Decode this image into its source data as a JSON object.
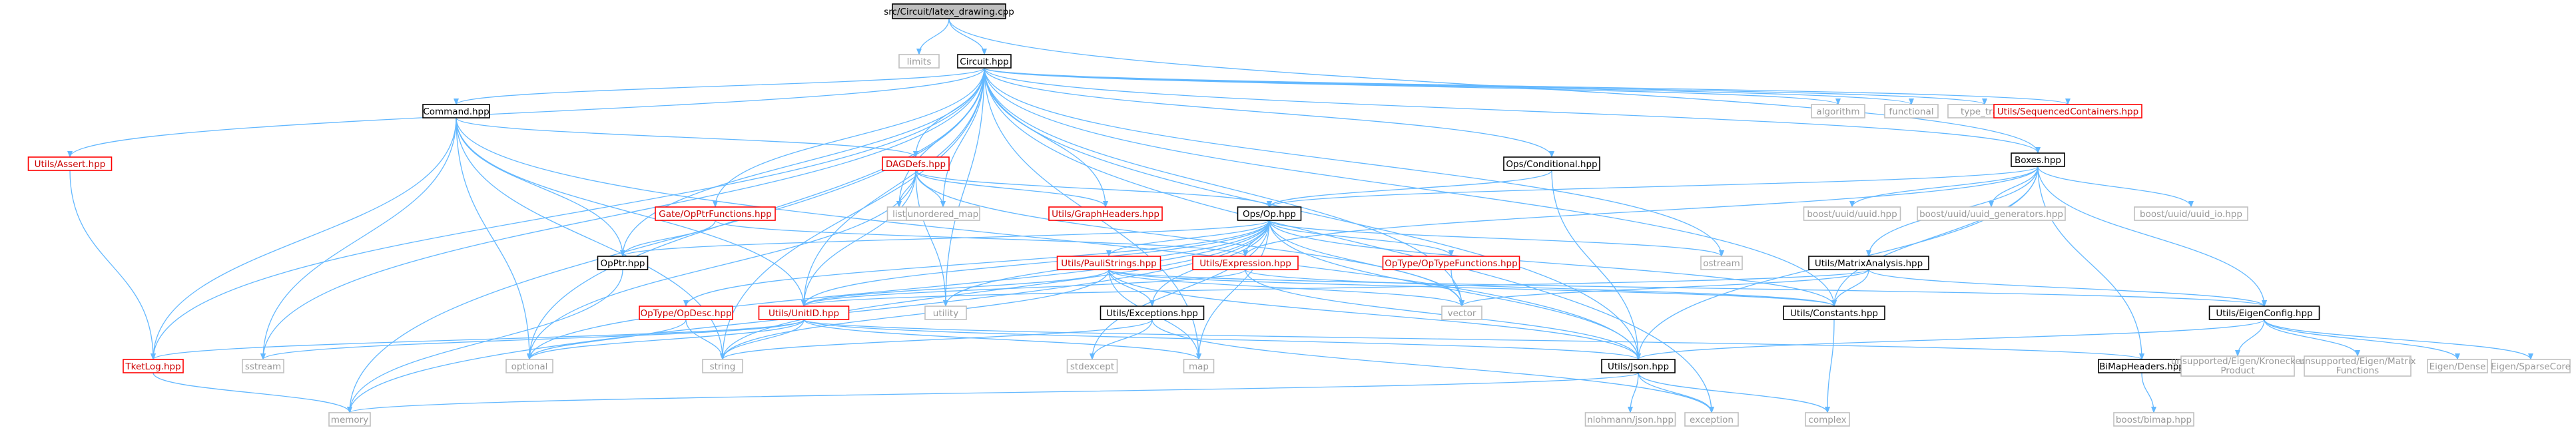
{
  "colors": {
    "edge": "#63b8ff",
    "root_fill": "#bfbfbf",
    "node_fill": "#ffffff",
    "plain_border": "#000000",
    "plain_text": "#000000",
    "linked_border": "#ff0000",
    "linked_text": "#cc0000",
    "system_border": "#bfbfbf",
    "system_text": "#999999"
  },
  "nodes": [
    {
      "id": "n_root",
      "label": "src/Circuit/latex_drawing.cpp",
      "style": "root"
    },
    {
      "id": "n_limits",
      "label": "limits",
      "style": "system"
    },
    {
      "id": "n_circuit",
      "label": "Circuit.hpp",
      "style": "plain"
    },
    {
      "id": "n_boxes",
      "label": "Boxes.hpp",
      "style": "plain"
    },
    {
      "id": "n_algorithm",
      "label": "algorithm",
      "style": "system"
    },
    {
      "id": "n_functional",
      "label": "functional",
      "style": "system"
    },
    {
      "id": "n_type_traits",
      "label": "type_traits",
      "style": "system"
    },
    {
      "id": "n_seqcont",
      "label": "Utils/SequencedContainers.hpp",
      "style": "linked"
    },
    {
      "id": "n_command",
      "label": "Command.hpp",
      "style": "plain"
    },
    {
      "id": "n_utils_assert",
      "label": "Utils/Assert.hpp",
      "style": "linked"
    },
    {
      "id": "n_dagdefs",
      "label": "DAGDefs.hpp",
      "style": "linked"
    },
    {
      "id": "n_conditional",
      "label": "Ops/Conditional.hpp",
      "style": "plain"
    },
    {
      "id": "n_list",
      "label": "list",
      "style": "system"
    },
    {
      "id": "n_unordered_map",
      "label": "unordered_map",
      "style": "system"
    },
    {
      "id": "n_graphheaders",
      "label": "Utils/GraphHeaders.hpp",
      "style": "linked"
    },
    {
      "id": "n_uuid",
      "label": "boost/uuid/uuid.hpp",
      "style": "system"
    },
    {
      "id": "n_uuid_gen",
      "label": "boost/uuid/uuid_generators.hpp",
      "style": "system"
    },
    {
      "id": "n_uuid_io",
      "label": "boost/uuid/uuid_io.hpp",
      "style": "system"
    },
    {
      "id": "n_gate_ptr",
      "label": "Gate/OpPtrFunctions.hpp",
      "style": "linked"
    },
    {
      "id": "n_op",
      "label": "Ops/Op.hpp",
      "style": "plain"
    },
    {
      "id": "n_ostream",
      "label": "ostream",
      "style": "system"
    },
    {
      "id": "n_opptr",
      "label": "OpPtr.hpp",
      "style": "plain"
    },
    {
      "id": "n_pauli",
      "label": "Utils/PauliStrings.hpp",
      "style": "linked"
    },
    {
      "id": "n_expression",
      "label": "Utils/Expression.hpp",
      "style": "linked"
    },
    {
      "id": "n_optype_fn",
      "label": "OpType/OpTypeFunctions.hpp",
      "style": "linked"
    },
    {
      "id": "n_matrix",
      "label": "Utils/MatrixAnalysis.hpp",
      "style": "plain"
    },
    {
      "id": "n_optype_desc",
      "label": "OpType/OpDesc.hpp",
      "style": "linked"
    },
    {
      "id": "n_unitid",
      "label": "Utils/UnitID.hpp",
      "style": "linked"
    },
    {
      "id": "n_utility",
      "label": "utility",
      "style": "system"
    },
    {
      "id": "n_exceptions",
      "label": "Utils/Exceptions.hpp",
      "style": "plain"
    },
    {
      "id": "n_vector",
      "label": "vector",
      "style": "system"
    },
    {
      "id": "n_constants",
      "label": "Utils/Constants.hpp",
      "style": "plain"
    },
    {
      "id": "n_eigenconfig",
      "label": "Utils/EigenConfig.hpp",
      "style": "plain"
    },
    {
      "id": "n_tketlog",
      "label": "TketLog.hpp",
      "style": "linked"
    },
    {
      "id": "n_sstream",
      "label": "sstream",
      "style": "system"
    },
    {
      "id": "n_optional",
      "label": "optional",
      "style": "system"
    },
    {
      "id": "n_string",
      "label": "string",
      "style": "system"
    },
    {
      "id": "n_stdexcept",
      "label": "stdexcept",
      "style": "system"
    },
    {
      "id": "n_map",
      "label": "map",
      "style": "system"
    },
    {
      "id": "n_json",
      "label": "Utils/Json.hpp",
      "style": "plain"
    },
    {
      "id": "n_bimap",
      "label": "BiMapHeaders.hpp",
      "style": "plain"
    },
    {
      "id": "n_kron",
      "label": "unsupported/Eigen/Kronecker\nProduct",
      "style": "system"
    },
    {
      "id": "n_matfn",
      "label": "unsupported/Eigen/Matrix\nFunctions",
      "style": "system"
    },
    {
      "id": "n_dense",
      "label": "Eigen/Dense",
      "style": "system"
    },
    {
      "id": "n_sparse",
      "label": "Eigen/SparseCore",
      "style": "system"
    },
    {
      "id": "n_memory",
      "label": "memory",
      "style": "system"
    },
    {
      "id": "n_nlohmann",
      "label": "nlohmann/json.hpp",
      "style": "system"
    },
    {
      "id": "n_exception",
      "label": "exception",
      "style": "system"
    },
    {
      "id": "n_complex",
      "label": "complex",
      "style": "system"
    },
    {
      "id": "n_boost_bimap",
      "label": "boost/bimap.hpp",
      "style": "system"
    }
  ],
  "edges": [
    [
      "n_root",
      "n_limits"
    ],
    [
      "n_root",
      "n_circuit"
    ],
    [
      "n_root",
      "n_boxes"
    ],
    [
      "n_circuit",
      "n_algorithm"
    ],
    [
      "n_circuit",
      "n_functional"
    ],
    [
      "n_circuit",
      "n_type_traits"
    ],
    [
      "n_circuit",
      "n_seqcont"
    ],
    [
      "n_circuit",
      "n_boxes"
    ],
    [
      "n_circuit",
      "n_command"
    ],
    [
      "n_circuit",
      "n_utils_assert"
    ],
    [
      "n_circuit",
      "n_dagdefs"
    ],
    [
      "n_circuit",
      "n_conditional"
    ],
    [
      "n_circuit",
      "n_list"
    ],
    [
      "n_circuit",
      "n_unordered_map"
    ],
    [
      "n_circuit",
      "n_graphheaders"
    ],
    [
      "n_circuit",
      "n_gate_ptr"
    ],
    [
      "n_circuit",
      "n_tketlog"
    ],
    [
      "n_circuit",
      "n_sstream"
    ],
    [
      "n_circuit",
      "n_optional"
    ],
    [
      "n_circuit",
      "n_string"
    ],
    [
      "n_circuit",
      "n_memory"
    ],
    [
      "n_circuit",
      "n_map"
    ],
    [
      "n_circuit",
      "n_vector"
    ],
    [
      "n_circuit",
      "n_ostream"
    ],
    [
      "n_circuit",
      "n_exception"
    ],
    [
      "n_circuit",
      "n_constants"
    ],
    [
      "n_circuit",
      "n_json"
    ],
    [
      "n_circuit",
      "n_unitid"
    ],
    [
      "n_circuit",
      "n_utility"
    ],
    [
      "n_circuit",
      "n_opptr"
    ],
    [
      "n_command",
      "n_dagdefs"
    ],
    [
      "n_command",
      "n_opptr"
    ],
    [
      "n_command",
      "n_unitid"
    ],
    [
      "n_command",
      "n_tketlog"
    ],
    [
      "n_command",
      "n_sstream"
    ],
    [
      "n_command",
      "n_optional"
    ],
    [
      "n_command",
      "n_string"
    ],
    [
      "n_command",
      "n_json"
    ],
    [
      "n_utils_assert",
      "n_tketlog"
    ],
    [
      "n_dagdefs",
      "n_list"
    ],
    [
      "n_dagdefs",
      "n_unordered_map"
    ],
    [
      "n_dagdefs",
      "n_graphheaders"
    ],
    [
      "n_dagdefs",
      "n_op"
    ],
    [
      "n_dagdefs",
      "n_unitid"
    ],
    [
      "n_dagdefs",
      "n_utility"
    ],
    [
      "n_dagdefs",
      "n_vector"
    ],
    [
      "n_dagdefs",
      "n_optional"
    ],
    [
      "n_conditional",
      "n_op"
    ],
    [
      "n_conditional",
      "n_json"
    ],
    [
      "n_boxes",
      "n_uuid"
    ],
    [
      "n_boxes",
      "n_uuid_gen"
    ],
    [
      "n_boxes",
      "n_uuid_io"
    ],
    [
      "n_boxes",
      "n_op"
    ],
    [
      "n_boxes",
      "n_matrix"
    ],
    [
      "n_boxes",
      "n_eigenconfig"
    ],
    [
      "n_boxes",
      "n_json"
    ],
    [
      "n_boxes",
      "n_bimap"
    ],
    [
      "n_boxes",
      "n_constants"
    ],
    [
      "n_boxes",
      "n_expression"
    ],
    [
      "n_gate_ptr",
      "n_opptr"
    ],
    [
      "n_gate_ptr",
      "n_expression"
    ],
    [
      "n_op",
      "n_ostream"
    ],
    [
      "n_op",
      "n_opptr"
    ],
    [
      "n_op",
      "n_pauli"
    ],
    [
      "n_op",
      "n_expression"
    ],
    [
      "n_op",
      "n_optype_fn"
    ],
    [
      "n_op",
      "n_optype_desc"
    ],
    [
      "n_op",
      "n_unitid"
    ],
    [
      "n_op",
      "n_utility"
    ],
    [
      "n_op",
      "n_exceptions"
    ],
    [
      "n_op",
      "n_vector"
    ],
    [
      "n_op",
      "n_constants"
    ],
    [
      "n_op",
      "n_json"
    ],
    [
      "n_op",
      "n_string"
    ],
    [
      "n_op",
      "n_stdexcept"
    ],
    [
      "n_op",
      "n_map"
    ],
    [
      "n_op",
      "n_memory"
    ],
    [
      "n_op",
      "n_optional"
    ],
    [
      "n_opptr",
      "n_memory"
    ],
    [
      "n_pauli",
      "n_unitid"
    ],
    [
      "n_pauli",
      "n_exceptions"
    ],
    [
      "n_pauli",
      "n_vector"
    ],
    [
      "n_pauli",
      "n_constants"
    ],
    [
      "n_pauli",
      "n_eigenconfig"
    ],
    [
      "n_pauli",
      "n_json"
    ],
    [
      "n_pauli",
      "n_map"
    ],
    [
      "n_pauli",
      "n_string"
    ],
    [
      "n_expression",
      "n_constants"
    ],
    [
      "n_expression",
      "n_json"
    ],
    [
      "n_expression",
      "n_unitid"
    ],
    [
      "n_optype_fn",
      "n_vector"
    ],
    [
      "n_matrix",
      "n_vector"
    ],
    [
      "n_matrix",
      "n_constants"
    ],
    [
      "n_matrix",
      "n_eigenconfig"
    ],
    [
      "n_matrix",
      "n_unitid"
    ],
    [
      "n_optype_desc",
      "n_optional"
    ],
    [
      "n_optype_desc",
      "n_string"
    ],
    [
      "n_unitid",
      "n_tketlog"
    ],
    [
      "n_unitid",
      "n_sstream"
    ],
    [
      "n_unitid",
      "n_optional"
    ],
    [
      "n_unitid",
      "n_string"
    ],
    [
      "n_unitid",
      "n_map"
    ],
    [
      "n_unitid",
      "n_json"
    ],
    [
      "n_unitid",
      "n_bimap"
    ],
    [
      "n_exceptions",
      "n_string"
    ],
    [
      "n_exceptions",
      "n_stdexcept"
    ],
    [
      "n_exceptions",
      "n_exception"
    ],
    [
      "n_constants",
      "n_complex"
    ],
    [
      "n_eigenconfig",
      "n_kron"
    ],
    [
      "n_eigenconfig",
      "n_matfn"
    ],
    [
      "n_eigenconfig",
      "n_dense"
    ],
    [
      "n_eigenconfig",
      "n_sparse"
    ],
    [
      "n_eigenconfig",
      "n_json"
    ],
    [
      "n_tketlog",
      "n_memory"
    ],
    [
      "n_json",
      "n_nlohmann"
    ],
    [
      "n_json",
      "n_exception"
    ],
    [
      "n_json",
      "n_complex"
    ],
    [
      "n_json",
      "n_memory"
    ],
    [
      "n_bimap",
      "n_boost_bimap"
    ]
  ]
}
